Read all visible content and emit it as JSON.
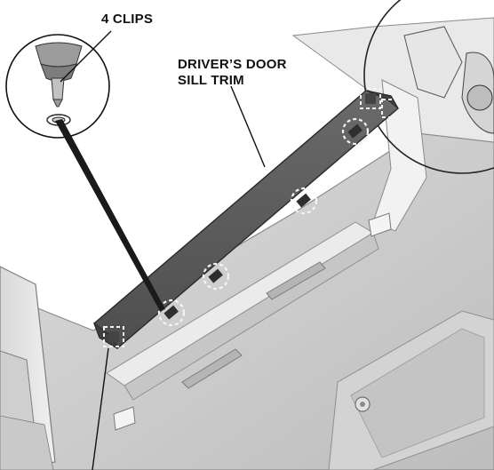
{
  "labels": {
    "clips": "4 CLIPS",
    "trim_line1": "DRIVER’S DOOR",
    "trim_line2": "SILL TRIM"
  },
  "colors": {
    "background": "#ffffff",
    "body_light": "#e8e8e8",
    "body_mid": "#cfcfcf",
    "body_dark": "#9a9a9a",
    "trim": "#5f5f5f",
    "line": "#111111"
  },
  "icons": [
    "clip-icon",
    "dashed-circle-marker",
    "dashed-square-marker",
    "steering-wheel"
  ]
}
